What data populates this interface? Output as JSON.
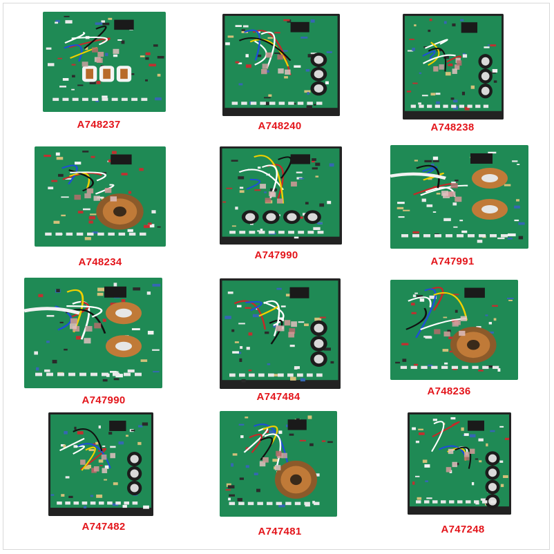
{
  "colors": {
    "pcb": "#1f8a55",
    "pcb_dark": "#146b3f",
    "label": "#e3151b",
    "capacitor": "#1c1c1c",
    "coil": "#c07a38"
  },
  "products": [
    {
      "code": "A748237",
      "board_style": "open-terminals"
    },
    {
      "code": "A748240",
      "board_style": "black-frame-capacitors"
    },
    {
      "code": "A748238",
      "board_style": "black-frame-capacitors"
    },
    {
      "code": "A748234",
      "board_style": "large-toroid"
    },
    {
      "code": "A747990",
      "board_style": "black-frame-four-caps"
    },
    {
      "code": "A747991",
      "board_style": "dual-coils"
    },
    {
      "code": "A747990",
      "board_style": "dual-coils"
    },
    {
      "code": "A747484",
      "board_style": "black-frame-capacitors"
    },
    {
      "code": "A748236",
      "board_style": "toroid-heatsink"
    },
    {
      "code": "A747482",
      "board_style": "black-frame-capacitors"
    },
    {
      "code": "A747481",
      "board_style": "large-toroid"
    },
    {
      "code": "A747248",
      "board_style": "black-frame-four-caps"
    }
  ]
}
